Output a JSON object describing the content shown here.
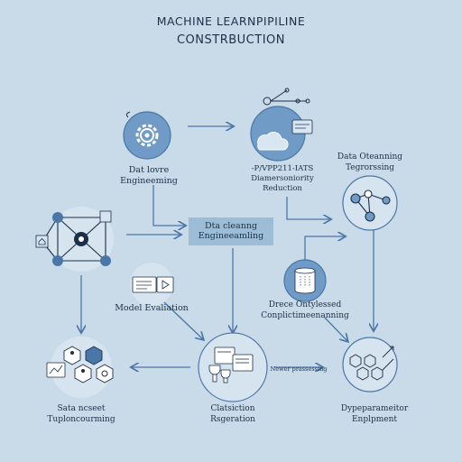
{
  "title": {
    "line1": "MACHINE LEARNPIPILINE",
    "line2": "CONSTRBUCTION"
  },
  "nodes": {
    "feature_engineering": {
      "line1": "Dat lovre",
      "line2": "Engineeming"
    },
    "dimensionality_reduction": {
      "line1": "-P/VPP211-IATS",
      "line2": "Diamersoniority",
      "line3": "Reduction"
    },
    "data_cleaning_right": {
      "line1": "Data Oteanning",
      "line2": "Tegrorssing"
    },
    "data_cleaning_center": {
      "line1": "Dta cleanng",
      "line2": "Engineeamling"
    },
    "model_evaluation": {
      "label": "Model Evaliation"
    },
    "direct_only": {
      "line1": "Drece Ontylessed",
      "line2": "Conplictimeenanning"
    },
    "data_set": {
      "line1": "Sata ncseet",
      "line2": "Tuploncourming"
    },
    "classification": {
      "line1": "Clatsiction",
      "line2": "Rsgeration"
    },
    "new_processing": {
      "label": "Newer prassessing"
    },
    "hyperparameter": {
      "line1": "Dypeparameitor",
      "line2": "Enplpment"
    }
  },
  "colors": {
    "background": "#c9dbe8",
    "accent": "#4a76a8",
    "circle_fill": "#6f9bc6",
    "dark": "#1c2f48"
  }
}
